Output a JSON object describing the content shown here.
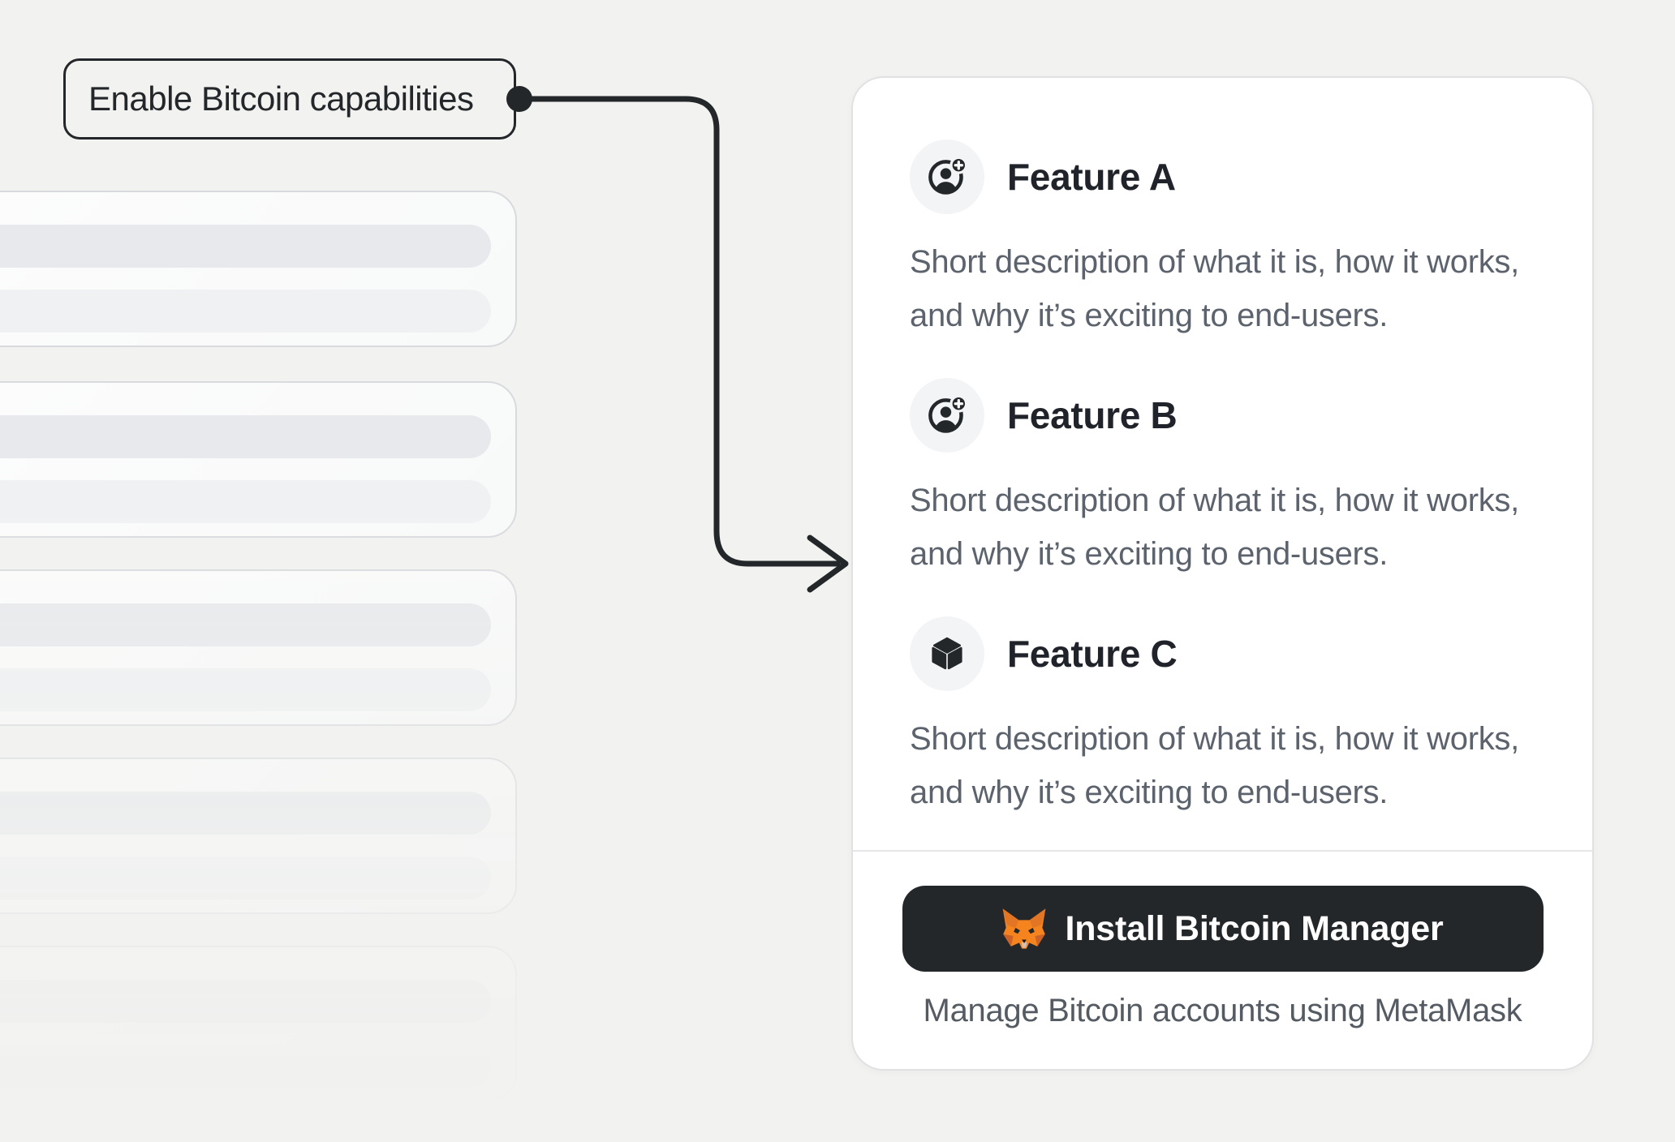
{
  "page": {
    "background": "#f2f2f0",
    "accent": "#24272a"
  },
  "annotation": {
    "label": "Enable Bitcoin capabilities",
    "connector": "elbow-arrow-with-dot"
  },
  "skeleton_list": {
    "card_count": 5,
    "bars_per_card": 2
  },
  "features_card": {
    "features": [
      {
        "icon": "user-add-icon",
        "title": "Feature A",
        "description": "Short description of what it is, how it works, and why it’s exciting to end-users."
      },
      {
        "icon": "user-add-icon",
        "title": "Feature B",
        "description": "Short description of what it is, how it works, and why it’s exciting to end-users."
      },
      {
        "icon": "cube-icon",
        "title": "Feature C",
        "description": "Short description of what it is, how it works, and why it’s exciting to end-users."
      }
    ],
    "footer": {
      "install_button_label": "Install Bitcoin Manager",
      "install_button_icon": "metamask-fox-icon",
      "caption": "Manage Bitcoin accounts using MetaMask"
    }
  },
  "colors": {
    "button_bg": "#24272a",
    "button_text": "#ffffff",
    "title_text": "#202329",
    "description_text": "#5c636d",
    "caption_text": "#555b63",
    "card_border": "#e0e1e3",
    "divider": "#e4e6e8",
    "icon_circle_bg": "#f3f4f6",
    "fox_orange": "#f5841f",
    "skeleton_border": "#d8dade",
    "skeleton_bar_dark": "#e7e9ec",
    "skeleton_bar_light": "#eff1f3"
  }
}
